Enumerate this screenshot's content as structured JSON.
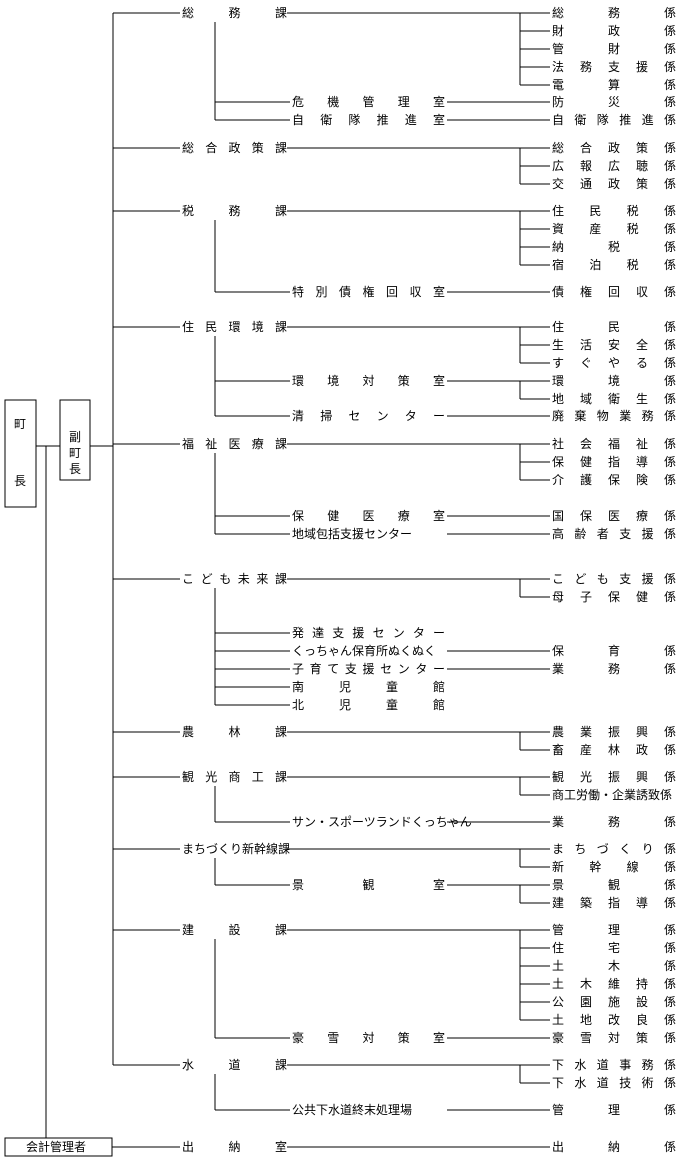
{
  "executives": {
    "mayor": "町長",
    "deputy_mayor": "副町長",
    "accounting_manager": "会計管理者"
  },
  "departments": [
    {
      "name": "総務課",
      "sections": [
        "総務係",
        "財政係",
        "管財係",
        "法務支援係",
        "電算係"
      ],
      "offices": [
        {
          "name": "危機管理室",
          "sections": [
            "防災係"
          ]
        },
        {
          "name": "自衛隊推進室",
          "sections": [
            "自衛隊推進係"
          ]
        }
      ]
    },
    {
      "name": "総合政策課",
      "sections": [
        "総合政策係",
        "広報広聴係",
        "交通政策係"
      ],
      "offices": []
    },
    {
      "name": "税務課",
      "sections": [
        "住民税係",
        "資産税係",
        "納税係",
        "宿泊税係"
      ],
      "offices": [
        {
          "name": "特別債権回収室",
          "sections": [
            "債権回収係"
          ]
        }
      ]
    },
    {
      "name": "住民環境課",
      "sections": [
        "住民係",
        "生活安全係",
        "すぐやる係"
      ],
      "offices": [
        {
          "name": "環境対策室",
          "sections": [
            "環境係",
            "地域衛生係"
          ]
        },
        {
          "name": "清掃センター",
          "sections": [
            "廃棄物業務係"
          ]
        }
      ]
    },
    {
      "name": "福祉医療課",
      "sections": [
        "社会福祉係",
        "保健指導係",
        "介護保険係"
      ],
      "offices": [
        {
          "name": "保健医療室",
          "sections": [
            "国保医療係"
          ]
        },
        {
          "name": "地域包括支援センター",
          "sections": [
            "高齢者支援係"
          ]
        }
      ]
    },
    {
      "name": "こども未来課",
      "sections": [
        "こども支援係",
        "母子保健係"
      ],
      "offices": [
        {
          "name": "発達支援センター",
          "sections": []
        },
        {
          "name": "くっちゃん保育所ぬくぬく",
          "sections": [
            "保育係"
          ]
        },
        {
          "name": "子育て支援センター",
          "sections": [
            "業務係"
          ]
        },
        {
          "name": "南児童館",
          "sections": []
        },
        {
          "name": "北児童館",
          "sections": []
        }
      ]
    },
    {
      "name": "農林課",
      "sections": [
        "農業振興係",
        "畜産林政係"
      ],
      "offices": []
    },
    {
      "name": "観光商工課",
      "sections": [
        "観光振興係",
        "商工労働・企業誘致係"
      ],
      "offices": [
        {
          "name": "サン・スポーツランドくっちゃん",
          "sections": [
            "業務係"
          ]
        }
      ]
    },
    {
      "name": "まちづくり新幹線課",
      "sections": [
        "まちづくり係",
        "新幹線係"
      ],
      "offices": [
        {
          "name": "景観室",
          "sections": [
            "景観係",
            "建築指導係"
          ]
        }
      ]
    },
    {
      "name": "建設課",
      "sections": [
        "管理係",
        "住宅係",
        "土木係",
        "土木維持係",
        "公園施設係",
        "土地改良係"
      ],
      "offices": [
        {
          "name": "豪雪対策室",
          "sections": [
            "豪雪対策係"
          ]
        }
      ]
    },
    {
      "name": "水道課",
      "sections": [
        "下水道事務係",
        "下水道技術係"
      ],
      "offices": [
        {
          "name": "公共下水道終末処理場",
          "sections": [
            "管理係"
          ]
        }
      ]
    }
  ],
  "accounting": {
    "name": "出納室",
    "sections": [
      "出納係"
    ]
  }
}
